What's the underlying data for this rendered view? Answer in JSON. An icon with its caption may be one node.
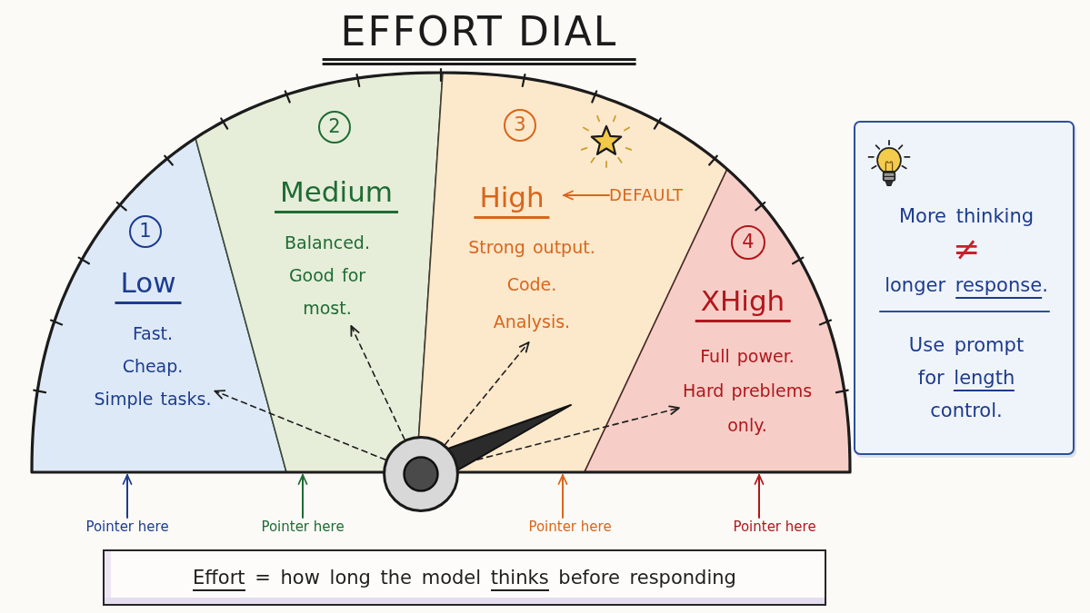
{
  "diagram": {
    "title": "EFFORT DIAL",
    "nodes": [
      {
        "text": [
          "Low"
        ]
      },
      {
        "text": [
          "1"
        ],
        "in": 0
      },
      {
        "text": [
          "Fast. Cheap. Simple tasks."
        ],
        "in": 0
      },
      {
        "text": [
          "Medium"
        ]
      },
      {
        "text": [
          "2"
        ],
        "in": 3
      },
      {
        "text": [
          "Balanced. Good for most."
        ],
        "in": 3
      },
      {
        "text": [
          "High"
        ]
      },
      {
        "text": [
          "3"
        ],
        "in": 6
      },
      {
        "text": [
          "DEFAULT"
        ],
        "in": 6
      },
      {
        "text": [
          "Strong output. Code. Analysis."
        ],
        "in": 6
      },
      {
        "text": [
          "XHigh"
        ]
      },
      {
        "text": [
          "4"
        ],
        "in": 10
      },
      {
        "text": [
          "Full power. Hard preblems only."
        ],
        "in": 10
      },
      {
        "text": [],
        "shape": "circle"
      },
      {
        "text": [
          "More thinking ≠ longer response.",
          "Use prompt for length control."
        ]
      },
      {
        "text": [
          "Pointer here"
        ]
      },
      {
        "text": [
          "Pointer here"
        ]
      },
      {
        "text": [
          "Pointer here"
        ]
      },
      {
        "text": [
          "Pointer here"
        ]
      },
      {
        "text": [
          "Effort = how long the model thinks before responding"
        ]
      }
    ],
    "edges": [
      {
        "from": 13,
        "to": 2,
        "arrow": "to",
        "style": "dashed"
      },
      {
        "from": 13,
        "to": 5,
        "arrow": "to",
        "style": "dashed"
      },
      {
        "from": 13,
        "to": 9,
        "arrow": "to",
        "style": "dashed"
      },
      {
        "from": 13,
        "to": 12,
        "arrow": "to",
        "style": "dashed"
      },
      {
        "from": 15,
        "to": 0,
        "arrow": "to",
        "color": "#1d3c8f"
      },
      {
        "from": 16,
        "to": 3,
        "arrow": "to",
        "color": "#1f6b34"
      },
      {
        "from": 17,
        "to": 6,
        "arrow": "to",
        "color": "#d8661c"
      },
      {
        "from": 18,
        "to": 10,
        "arrow": "to",
        "color": "#b0171d"
      },
      {
        "from": 8,
        "to": null,
        "arrow": "to",
        "color": "#d8661c"
      }
    ]
  }
}
